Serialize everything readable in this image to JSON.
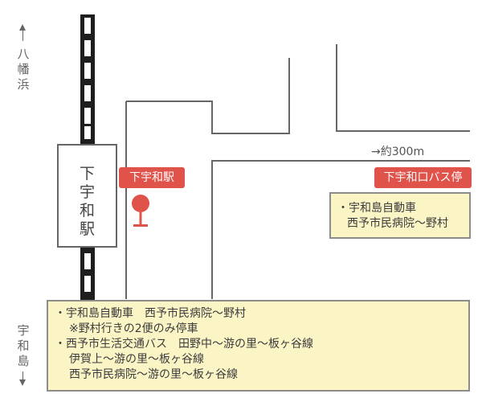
{
  "directions": {
    "north": [
      "八",
      "幡",
      "浜"
    ],
    "south": [
      "宇",
      "和",
      "島"
    ]
  },
  "station": {
    "name_chars": [
      "下",
      "宇",
      "和",
      "駅"
    ]
  },
  "labels": {
    "station_tag": "下宇和駅",
    "bus_stop_tag": "下宇和口バス停",
    "distance": "→約300m"
  },
  "bus_stop_box": {
    "lines": [
      "・宇和島自動車",
      "西予市民病院～野村"
    ]
  },
  "main_box": {
    "lines": [
      "・宇和島自動車　西予市民病院～野村",
      "※野村行きの2便のみ停車",
      "・西予市生活交通バス　田野中～游の里～板ヶ谷線",
      "伊賀上～游の里～板ヶ谷線",
      "西予市民病院～游の里～板ヶ谷線"
    ]
  },
  "colors": {
    "tag_red": "#e0534a",
    "box_fill": "#fbf5c6",
    "road_line": "#666666",
    "rail": "#1e1e1e"
  },
  "icons": {
    "station_pin": "map-pin-icon"
  }
}
